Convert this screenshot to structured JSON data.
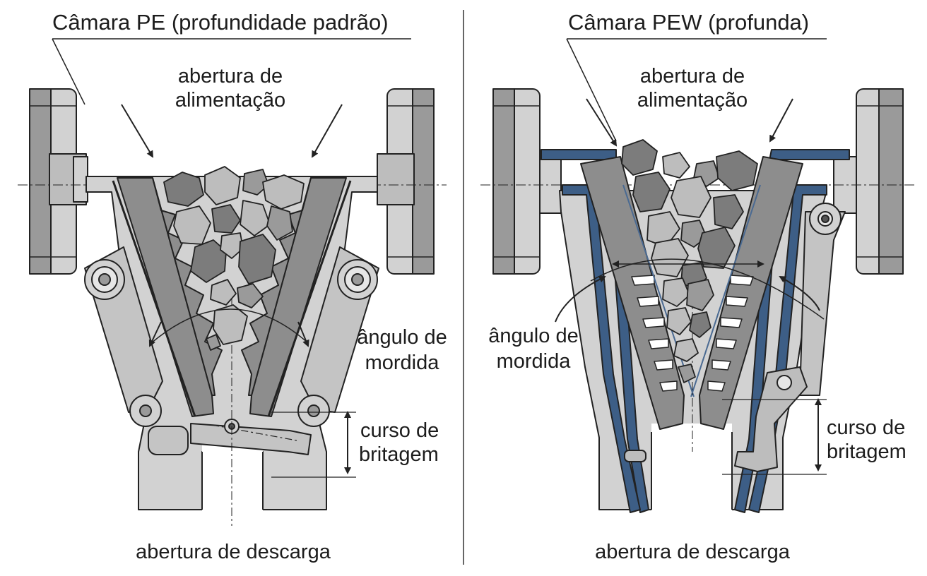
{
  "left_panel": {
    "title": "Câmara PE (profundidade padrão)",
    "feed_line1": "abertura de",
    "feed_line2": "alimentação",
    "angle_line1": "ângulo de",
    "angle_line2": "mordida",
    "stroke_line1": "curso de",
    "stroke_line2": "britagem",
    "discharge": "abertura de descarga"
  },
  "right_panel": {
    "title": "Câmara PEW (profunda)",
    "feed_line1": "abertura de",
    "feed_line2": "alimentação",
    "angle_line1": "ângulo de",
    "angle_line2": "mordida",
    "stroke_line1": "curso de",
    "stroke_line2": "britagem",
    "discharge": "abertura de descarga"
  },
  "colors": {
    "frame_light": "#d2d2d2",
    "jaw_dark": "#8d8d8d",
    "rock_light": "#bdbdbd",
    "rock_dark": "#7c7c7c",
    "liner_blue": "#3d5e86",
    "outline": "#222222"
  }
}
